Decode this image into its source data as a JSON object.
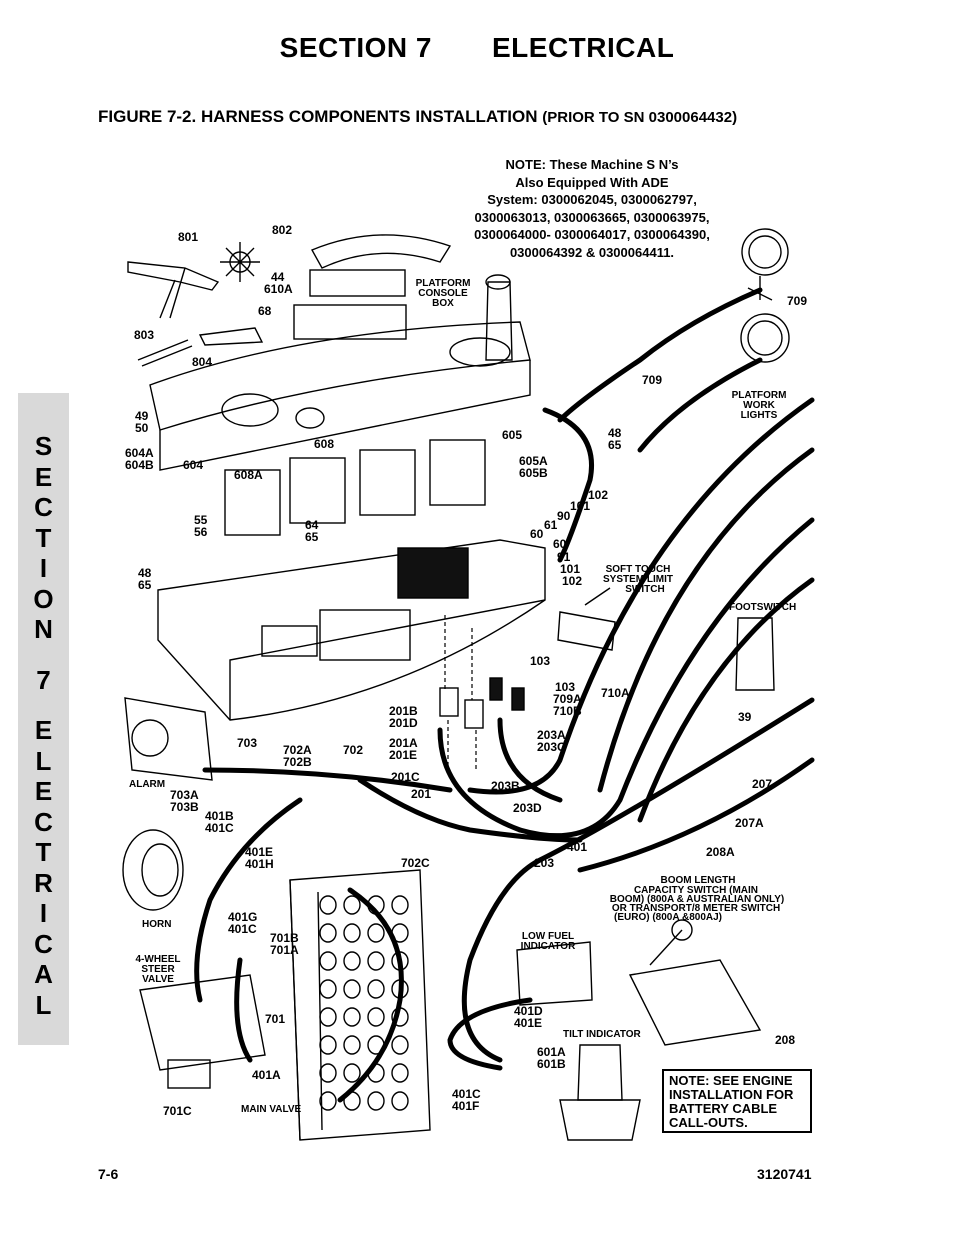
{
  "header": {
    "section": "SECTION 7",
    "topic": "ELECTRICAL"
  },
  "figure": {
    "title": "FIGURE 7-2. HARNESS COMPONENTS INSTALLATION",
    "subtitle": "(PRIOR TO SN 0300064432)"
  },
  "side_tab": [
    "S",
    "E",
    "C",
    "T",
    "I",
    "O",
    "N",
    "",
    "7",
    "",
    "E",
    "L",
    "E",
    "C",
    "T",
    "R",
    "I",
    "C",
    "A",
    "L"
  ],
  "note_top": {
    "lines": [
      "NOTE:  These Machine S N’s",
      "Also Equipped With ADE",
      "System:  0300062045,  0300062797,",
      "0300063013,  0300063665,  0300063975,",
      "0300064000- 0300064017,  0300064390,",
      "0300064392 &  0300064411."
    ]
  },
  "note_box": {
    "lines": [
      "NOTE: SEE ENGINE",
      "INSTALLATION FOR",
      "BATTERY CABLE",
      "CALL-OUTS."
    ]
  },
  "footer": {
    "page": "7-6",
    "doc": "3120741"
  },
  "callouts": {
    "c801": "801",
    "c802": "802",
    "c44": "44",
    "c610a": "610A",
    "c68": "68",
    "c803": "803",
    "c804": "804",
    "c49": "49",
    "c50": "50",
    "c604a": "604A",
    "c604b": "604B",
    "c604": "604",
    "c608": "608",
    "c608a": "608A",
    "c605": "605",
    "c48a": "48",
    "c65a": "65",
    "c605a": "605A",
    "c605b": "605B",
    "c102a": "102",
    "c101a": "101",
    "c90": "90",
    "c61": "61",
    "c60a": "60",
    "c55": "55",
    "c56": "56",
    "c64": "64",
    "c65b": "65",
    "c48b": "48",
    "c65c": "65",
    "c60b": "60",
    "c91": "91",
    "c101b": "101",
    "c102b": "102",
    "c709a": "709",
    "c709b": "709",
    "c103a": "103",
    "c103b": "103",
    "c709A": "709A",
    "c710B": "710B",
    "c710A": "710A",
    "c39": "39",
    "c201b": "201B",
    "c201d": "201D",
    "c201a": "201A",
    "c201e": "201E",
    "c201c": "201C",
    "c201": "201",
    "c203a": "203A",
    "c203c": "203C",
    "c203b": "203B",
    "c203d": "203D",
    "c203": "203",
    "c401": "401",
    "c703": "703",
    "c702a": "702A",
    "c702b": "702B",
    "c702": "702",
    "c703a": "703A",
    "c703b": "703B",
    "c401b": "401B",
    "c401c": "401C",
    "c401e": "401E",
    "c401h": "401H",
    "c702c": "702C",
    "c401g": "401G",
    "c401c2": "401C",
    "c701b": "701B",
    "c701a": "701A",
    "c701": "701",
    "c401a": "401A",
    "c701c": "701C",
    "c207": "207",
    "c207a": "207A",
    "c208a": "208A",
    "c208": "208",
    "c401d": "401D",
    "c401e2": "401E",
    "c601a": "601A",
    "c601b": "601B",
    "c401c3": "401C",
    "c401f": "401F"
  },
  "component_labels": {
    "platform_console_box": [
      "PLATFORM",
      "CONSOLE",
      "BOX"
    ],
    "platform_work_lights": [
      "PLATFORM",
      "WORK",
      "LIGHTS"
    ],
    "soft_touch": [
      "SOFT TOUCH",
      "SYSTEM LIMIT",
      "SWITCH"
    ],
    "footswitch": "FOOTSWITCH",
    "alarm": "ALARM",
    "horn": "HORN",
    "steer_valve": [
      "4-WHEEL",
      "STEER",
      "VALVE"
    ],
    "main_valve": "MAIN VALVE",
    "low_fuel": [
      "LOW FUEL",
      "INDICATOR"
    ],
    "tilt_indicator": "TILT INDICATOR",
    "boom_length": [
      "BOOM LENGTH",
      "CAPACITY SWITCH (MAIN",
      "BOOM) (800A & AUSTRALIAN ONLY)",
      "OR TRANSPORT/8 METER SWITCH",
      "(EURO) (800A &800AJ)"
    ]
  }
}
